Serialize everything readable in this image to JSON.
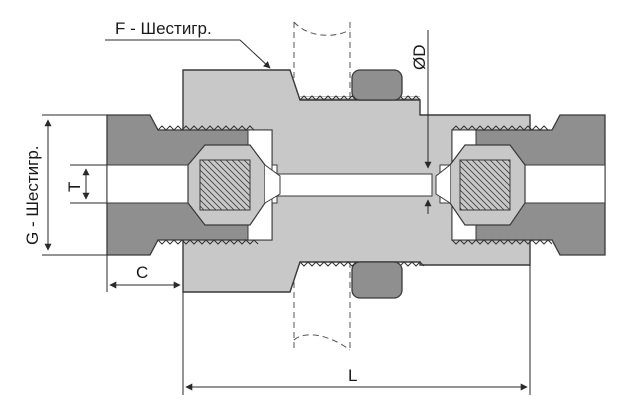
{
  "labels": {
    "f_hex": "F - Шестигр.",
    "g_hex": "G - Шестигр.",
    "diameter": "ØD",
    "thread": "T",
    "c_dim": "C",
    "length": "L"
  },
  "colors": {
    "body": "#c8c8c8",
    "nut": "#8f8f8f",
    "outline": "#3a3a3a",
    "bore": "#ffffff"
  }
}
